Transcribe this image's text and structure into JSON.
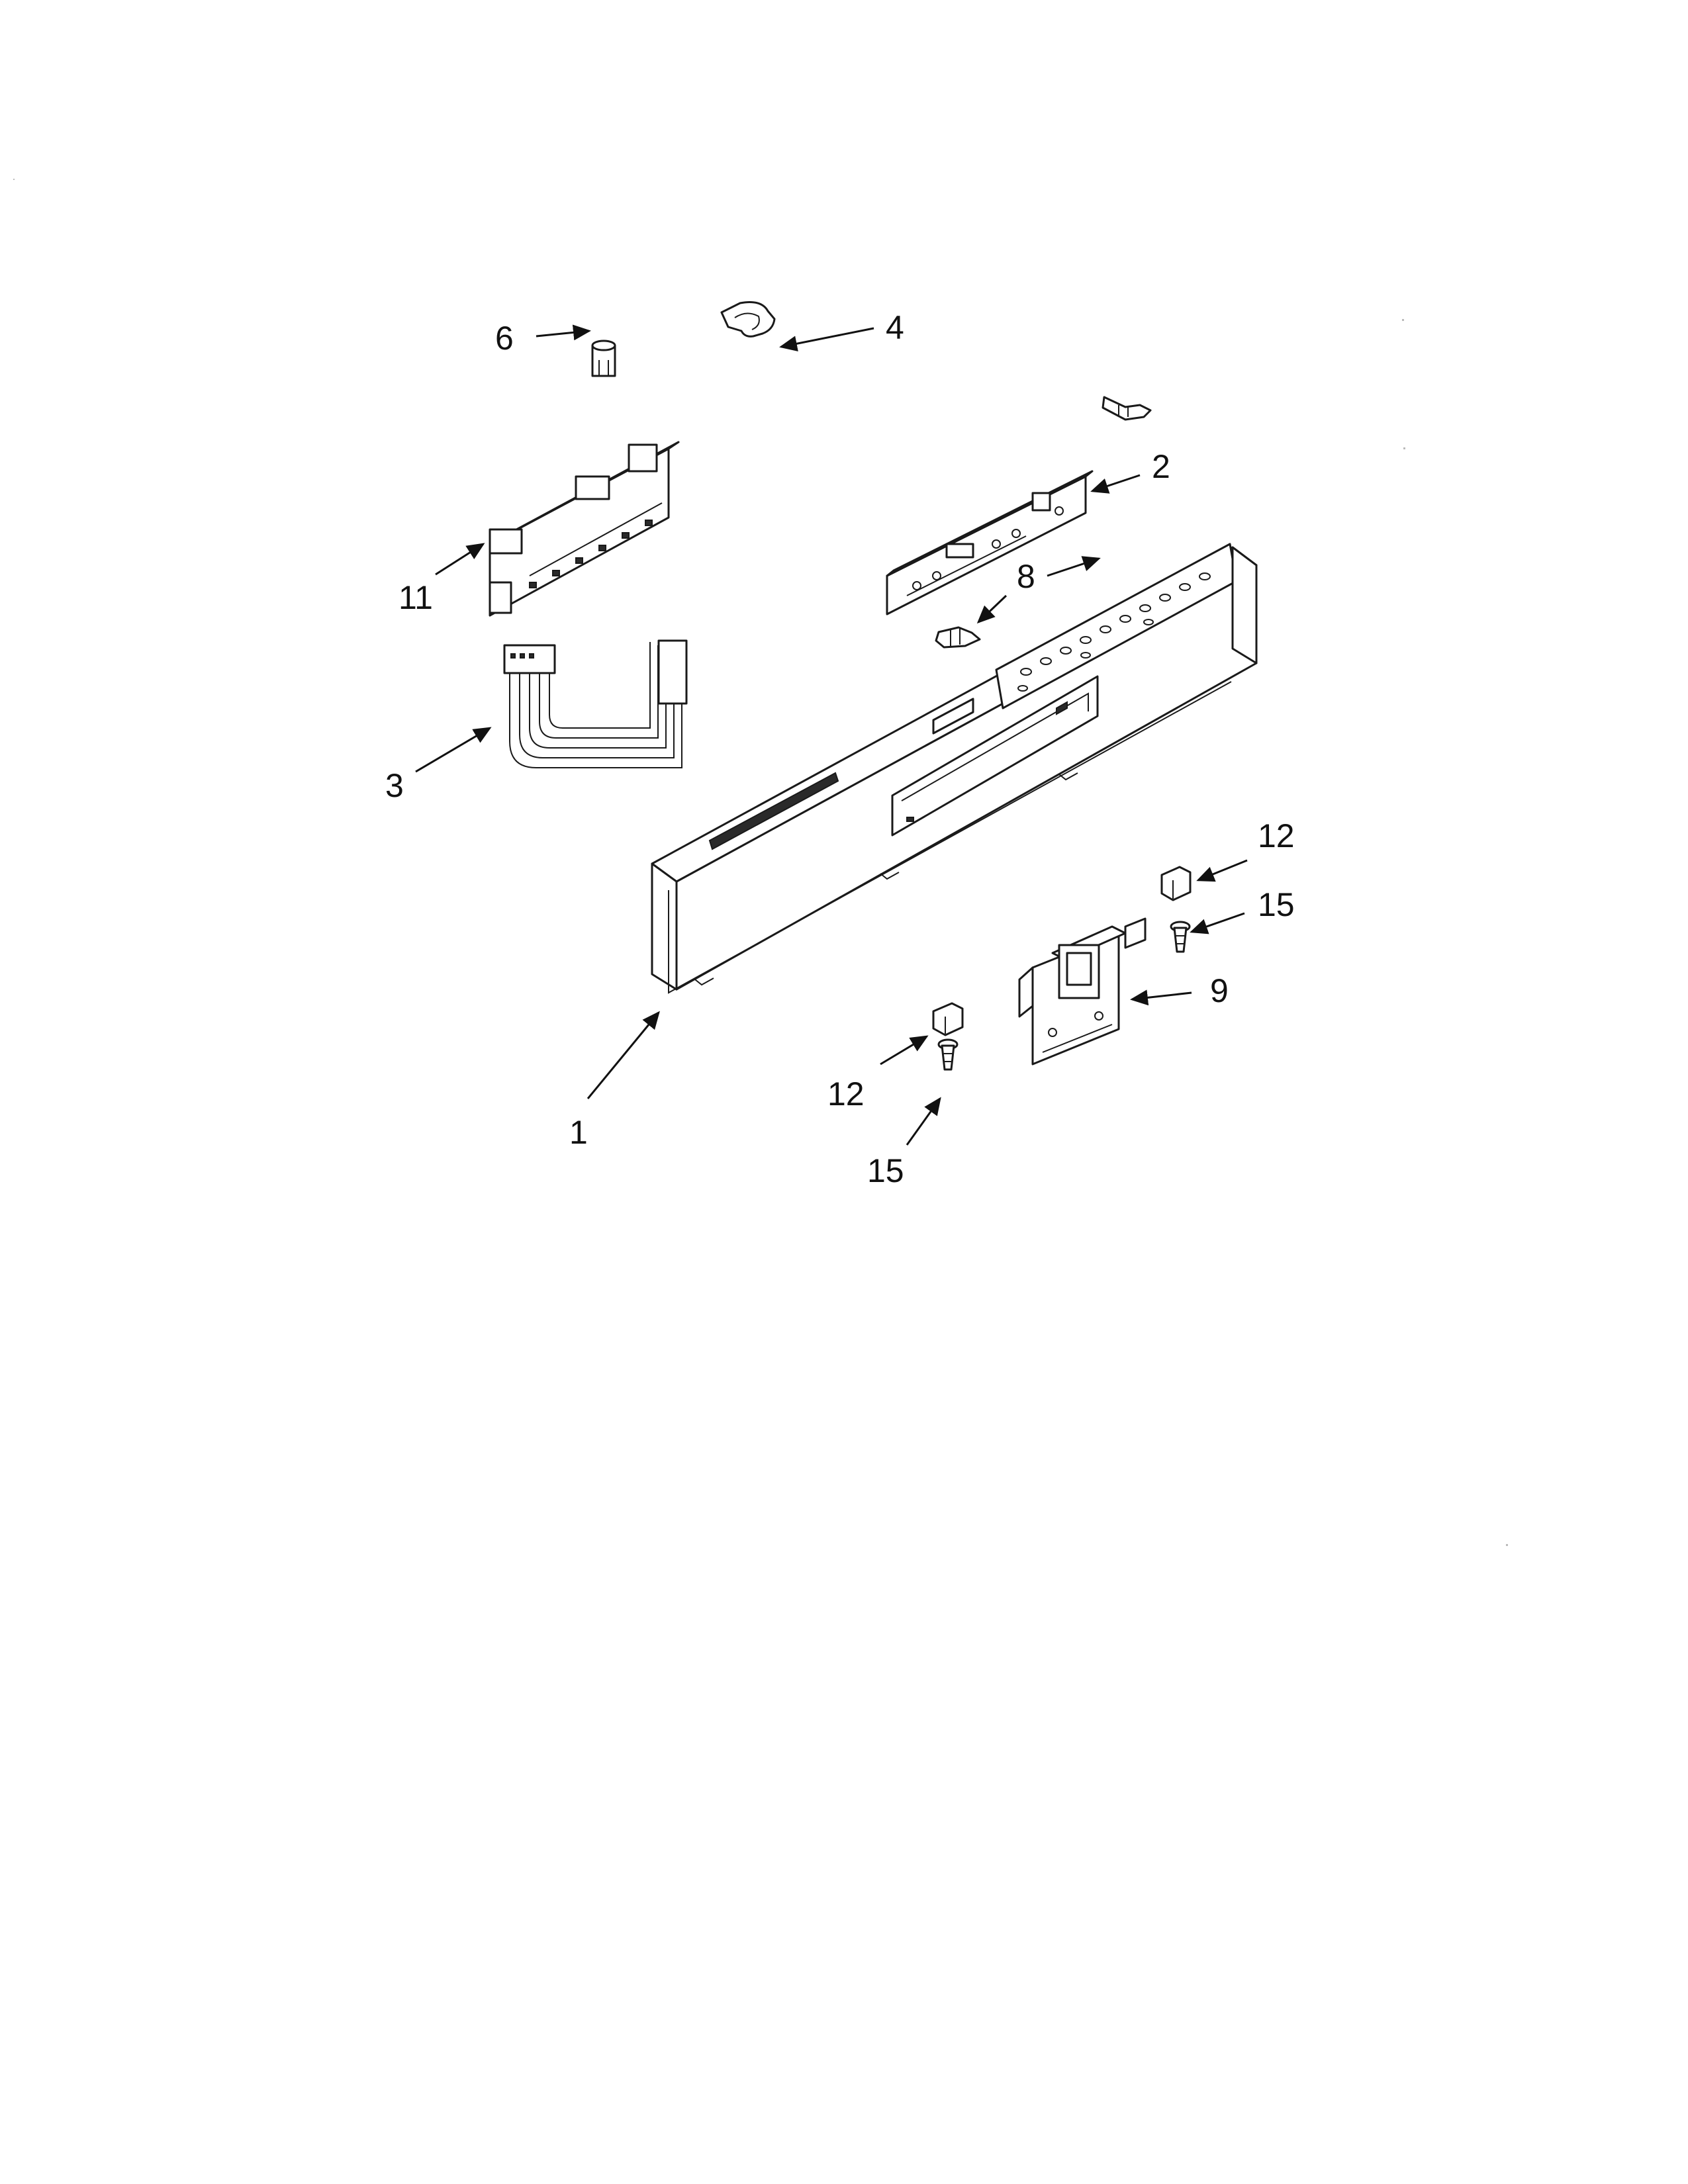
{
  "callouts": {
    "c1": "1",
    "c2": "2",
    "c3": "3",
    "c4": "4",
    "c6": "6",
    "c8": "8",
    "c9": "9",
    "c11": "11",
    "c12a": "12",
    "c12b": "12",
    "c15a": "15",
    "c15b": "15"
  }
}
